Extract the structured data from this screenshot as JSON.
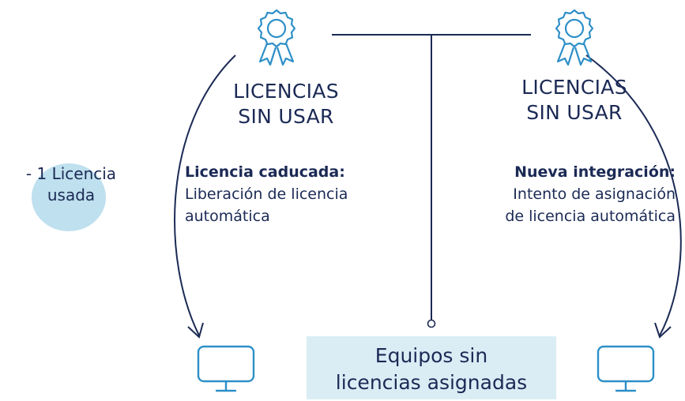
{
  "left": {
    "title": [
      "LICENCIAS",
      "SIN USAR"
    ],
    "heading": "Licencia caducada:",
    "text": [
      "Liberación de licencia",
      "automática"
    ]
  },
  "right": {
    "title": [
      "LICENCIAS",
      "SIN USAR"
    ],
    "heading": "Nueva integración:",
    "text": [
      "Intento de asignación",
      "de licencia automática"
    ]
  },
  "used": {
    "line1": "- 1 Licencia",
    "line2": "usada"
  },
  "center": {
    "box": [
      "Equipos sin",
      "licencias asignadas"
    ]
  },
  "icons": [
    "award-ribbon-icon",
    "award-ribbon-icon",
    "monitor-icon",
    "monitor-icon"
  ],
  "colors": {
    "ink": "#1b2a55",
    "icon": "#2d8fc8",
    "bubble": "#bfe0ee",
    "box": "#daedf5"
  }
}
